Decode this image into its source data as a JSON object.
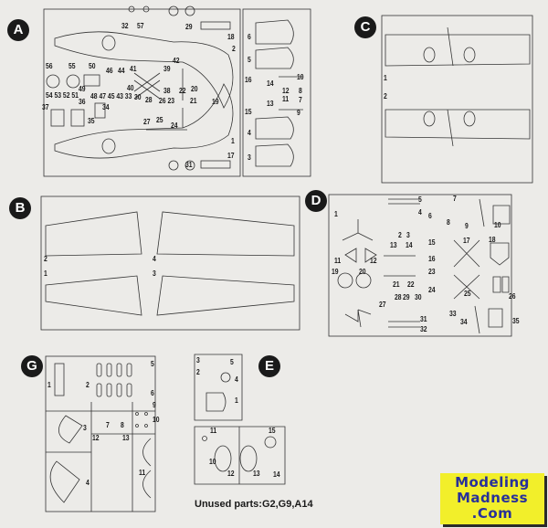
{
  "sprues": {
    "A": {
      "letter": "A",
      "labels": [
        "32",
        "57",
        "29",
        "18",
        "2",
        "6",
        "5",
        "16",
        "10",
        "14",
        "12",
        "8",
        "11",
        "7",
        "13",
        "15",
        "9",
        "4",
        "3",
        "1",
        "17",
        "31",
        "42",
        "56",
        "55",
        "50",
        "46",
        "44",
        "41",
        "39",
        "40",
        "38",
        "22",
        "20",
        "54 53 52 51",
        "49",
        "48 47 45 43 33",
        "36",
        "30",
        "28",
        "26 23",
        "21",
        "19",
        "37",
        "34",
        "35",
        "27",
        "25",
        "24"
      ]
    },
    "B": {
      "letter": "B",
      "labels": [
        "2",
        "4",
        "1",
        "3"
      ]
    },
    "C": {
      "letter": "C",
      "labels": [
        "1",
        "2"
      ]
    },
    "D": {
      "letter": "D",
      "labels": [
        "1",
        "5",
        "4",
        "7",
        "6",
        "8",
        "9",
        "10",
        "2",
        "3",
        "13",
        "14",
        "15",
        "16",
        "17",
        "18",
        "11",
        "12",
        "19",
        "20",
        "21",
        "22",
        "23",
        "24",
        "25",
        "26",
        "27",
        "28",
        "29",
        "30",
        "31",
        "32",
        "33",
        "34",
        "35"
      ]
    },
    "G": {
      "letter": "G",
      "labels": [
        "1",
        "2",
        "5",
        "6",
        "9",
        "10",
        "7",
        "8",
        "3",
        "12",
        "13",
        "11",
        "4"
      ]
    },
    "E": {
      "letter": "E",
      "labels": [
        "3",
        "5",
        "2",
        "4",
        "1",
        "11",
        "15",
        "10",
        "12",
        "13",
        "14"
      ]
    }
  },
  "unused_parts": "Unused  parts:G2,G9,A14",
  "logo": {
    "line1": "Modeling",
    "line2": "Madness",
    "line3": ".Com"
  },
  "colors": {
    "logo_bg": "#f2ef2a",
    "logo_text": "#28309a",
    "ink": "#1a1a1a",
    "paper": "#ecebe8"
  }
}
